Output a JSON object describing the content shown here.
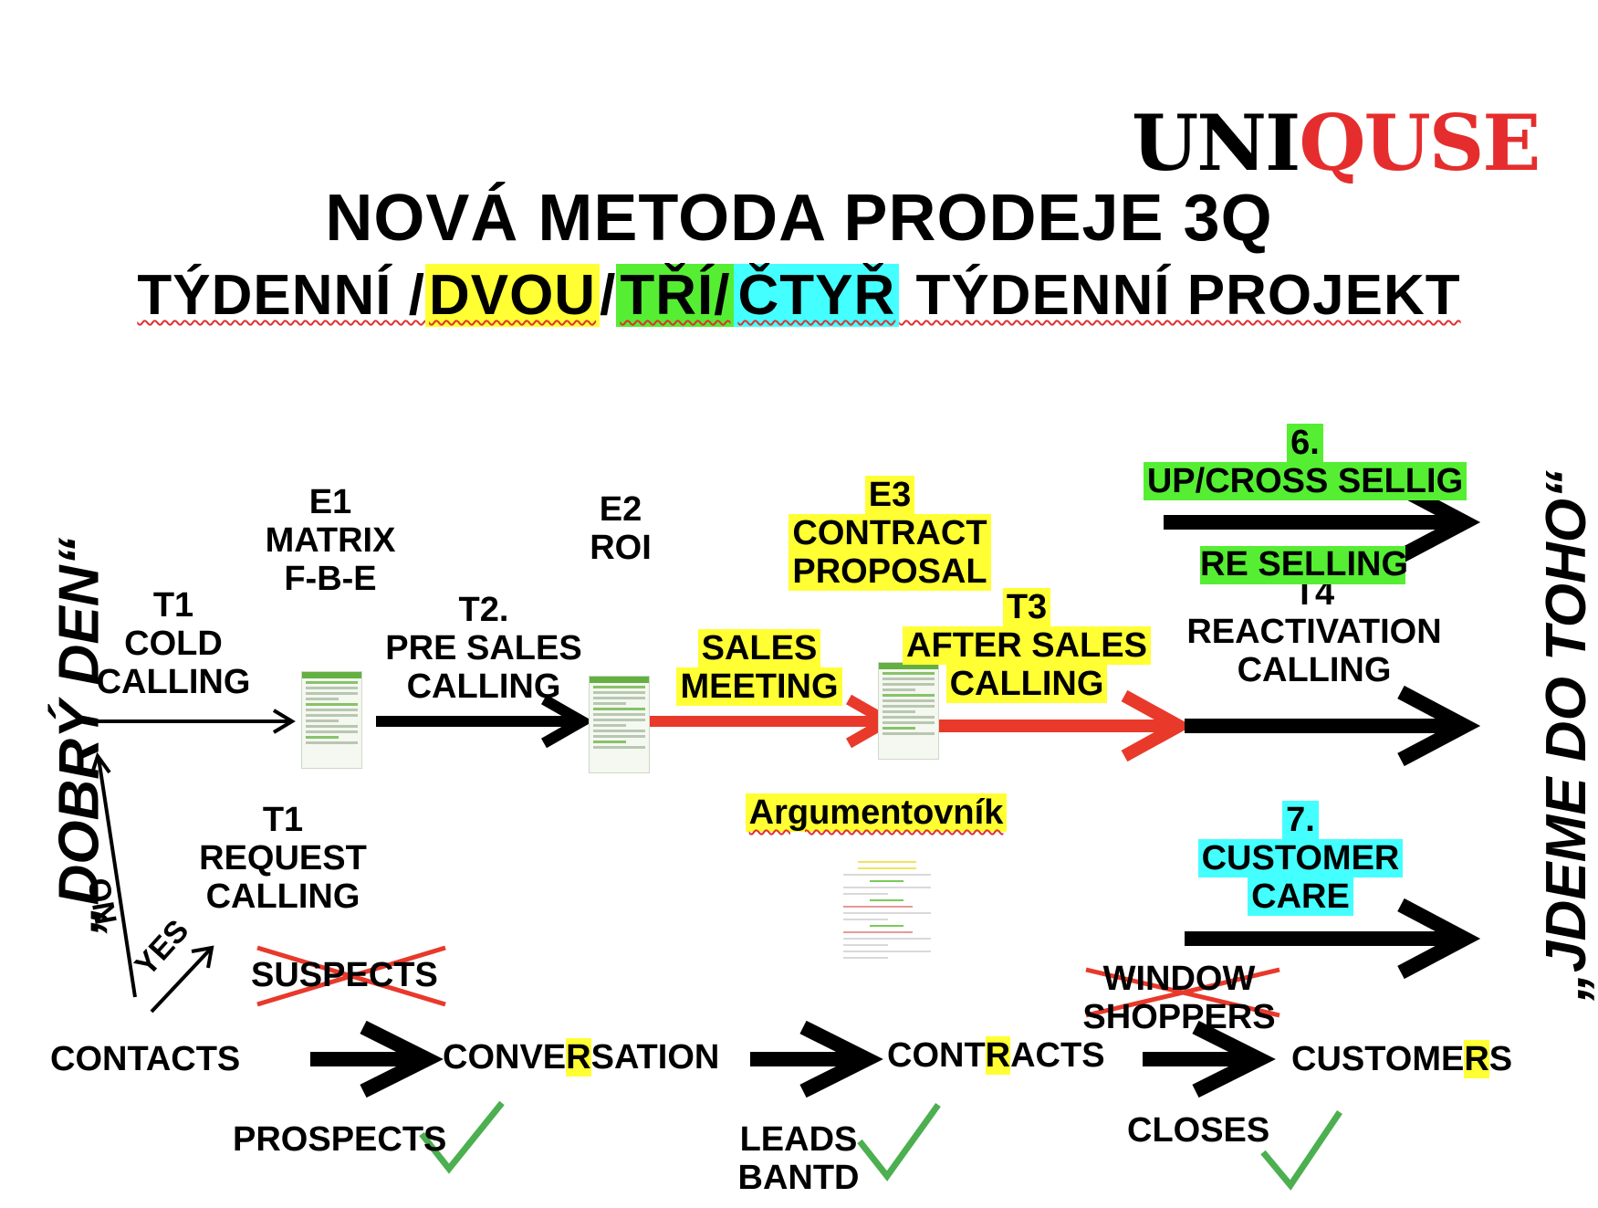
{
  "logo": {
    "part1": "UNI",
    "part2": "QUSE",
    "color_dark": "#000000",
    "color_red": "#e52d2d"
  },
  "title": {
    "line1": "NOVÁ METODA PRODEJE 3Q",
    "line2_a": "TÝDENNÍ /",
    "line2_b": "DVOU",
    "line2_c": "/",
    "line2_d": "TŘÍ/",
    "line2_e": "ČTYŘ",
    "line2_f": " TÝDENNÍ PROJEKT"
  },
  "side": {
    "left": "„DOBRÝ DEN“",
    "right": "„JDEME DO TOHO“"
  },
  "steps": {
    "e1": [
      "E1",
      "MATRIX",
      "F-B-E"
    ],
    "e2": [
      "E2",
      "ROI"
    ],
    "e3": [
      "E3",
      "CONTRACT",
      "PROPOSAL"
    ],
    "t1_cold": [
      "T1",
      "COLD",
      "CALLING"
    ],
    "t2": [
      "T2.",
      "PRE SALES",
      "CALLING"
    ],
    "sales_meeting": [
      "SALES",
      "MEETING"
    ],
    "t3": [
      "T3",
      "AFTER SALES",
      "CALLING"
    ],
    "t4": [
      "T4",
      "REACTIVATION",
      "CALLING"
    ],
    "six": [
      "6.",
      "UP/CROSS SELLIG",
      "RE SELLING"
    ],
    "seven": [
      "7.",
      "CUSTOMER",
      "CARE"
    ],
    "t1_request": [
      "T1",
      "REQUEST",
      "CALLING"
    ],
    "argumentovnik": "Argumentovník",
    "no": "NO",
    "yes": "YES"
  },
  "funnel": {
    "contacts": "CONTACTS",
    "conversation": [
      "CONVE",
      "R",
      "SATION"
    ],
    "contracts": [
      "CONT",
      "R",
      "ACTS"
    ],
    "customers": [
      "CUSTOME",
      "R",
      "S"
    ],
    "struck": [
      "SUSPECTS",
      "WINDOW",
      "SHOPPERS"
    ],
    "prospects": "PROSPECTS",
    "leads": [
      "LEADS",
      "BANTD"
    ],
    "closes": "CLOSES"
  },
  "colors": {
    "yellow": "#ffff33",
    "green": "#55ee33",
    "cyan": "#44ffff",
    "red_arrow": "#e8392b",
    "check": "#4caf50",
    "strike": "#e8392b"
  }
}
